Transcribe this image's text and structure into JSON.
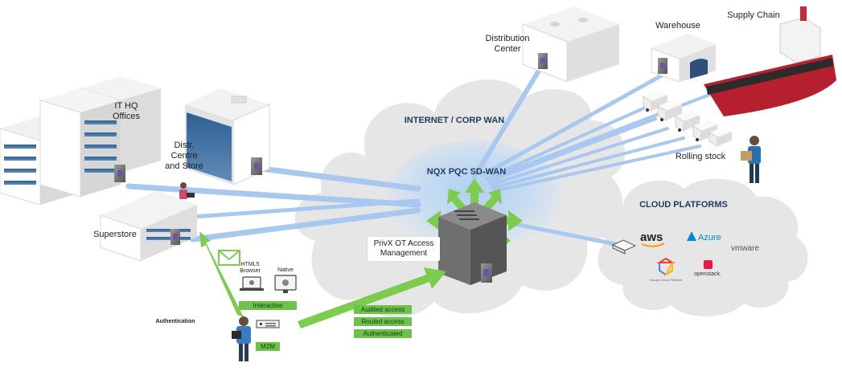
{
  "labels": {
    "it_hq": "IT HQ\nOffices",
    "distr_centre_store": "Distr.\nCentre\nand Store",
    "superstore": "Superstore",
    "distribution_center": "Distribution\nCenter",
    "warehouse": "Warehouse",
    "supply_chain": "Supply Chain",
    "rolling_stock": "Rolling stock",
    "internet": "INTERNET / CORP WAN",
    "sdwan": "NQX PQC SD-WAN",
    "privx": "PrivX OT Access\nManagement",
    "cloud_platforms": "CLOUD PLATFORMS",
    "authentication": "Authentication",
    "html5_browser": "HTML5\nBrowser",
    "native": "Native"
  },
  "badges": {
    "interactive": "Interactive",
    "m2m": "M2M",
    "audited": "Audited access",
    "routed": "Routed access",
    "authenticated": "Authenticated"
  },
  "cloud_logos": {
    "aws": "aws",
    "azure": "Azure",
    "vmware": "vmware",
    "google": "Google Cloud Platform",
    "openstack": "openstack."
  },
  "colors": {
    "link": "#a9c8ef",
    "arrow_green": "#7ccc4e",
    "badge_green": "#6cc24a",
    "cloud": "#e8e8e8",
    "cloud_blue": "#9ac3f0",
    "building_glass": "#3d6a98",
    "server_purple": "#6a55a8",
    "aws_orange": "#ff9900",
    "azure_blue": "#0089d6"
  }
}
